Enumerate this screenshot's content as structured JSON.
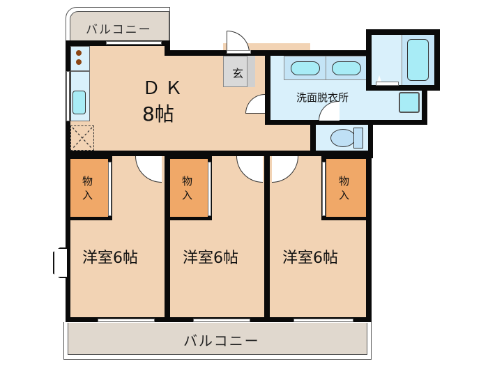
{
  "floorplan": {
    "rooms": {
      "dk": {
        "name": "ＤＫ",
        "size": "8帖"
      },
      "entrance": {
        "name": "玄"
      },
      "washroom": {
        "name": "洗面脱衣所"
      },
      "bedroom1": {
        "name": "洋室6帖"
      },
      "bedroom2": {
        "name": "洋室6帖"
      },
      "bedroom3": {
        "name": "洋室6帖"
      },
      "closet1": {
        "name": "物入"
      },
      "closet2": {
        "name": "物入"
      },
      "closet3": {
        "name": "物入"
      },
      "balcony_top": {
        "name": "バルコニー"
      },
      "balcony_bottom": {
        "name": "バルコニー"
      }
    },
    "colors": {
      "wood_floor": "#f2d3b4",
      "wet_area": "#d9f0fb",
      "closet": "#f0a868",
      "balcony": "#e0d8ce",
      "fixture": "#a8ecf6",
      "wall": "#0a0a0a",
      "entrance": "#d9d9d9"
    }
  }
}
